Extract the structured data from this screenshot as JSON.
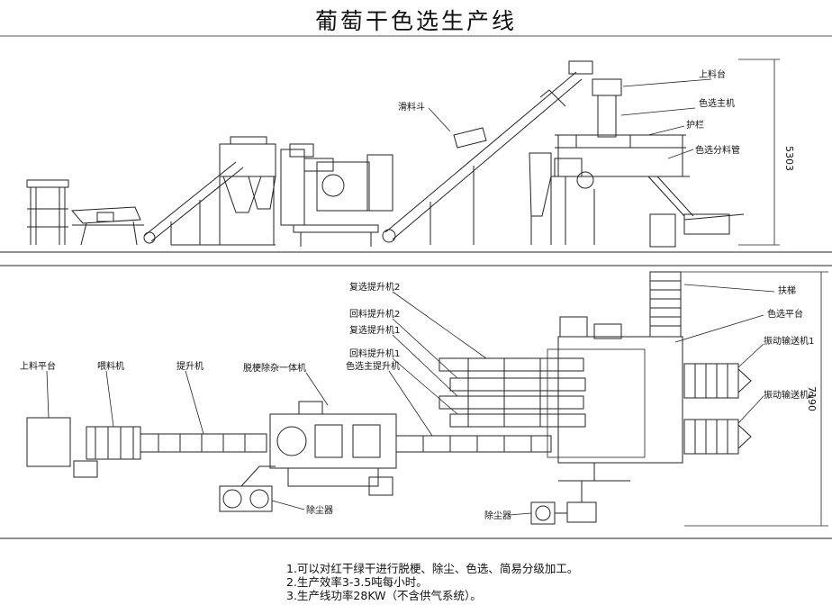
{
  "title": "葡萄干色选生产线",
  "side_view_labels": {
    "feeding_platform": "上料台",
    "chute": "滑料斗",
    "color_sorter": "色选主机",
    "guardrail": "护栏",
    "sorter_pipe": "色选分料管"
  },
  "dimensions": {
    "height": "5303",
    "length": "7190"
  },
  "plan_view_labels": {
    "loading_platform": "上料平台",
    "feeder": "喂料机",
    "elevator": "提升机",
    "destemmer_cleaner": "脱梗除杂一体机",
    "main_elevator": "色选主提升机",
    "recycle_elevator_1": "回料提升机1",
    "resort_elevator_1": "复选提升机1",
    "recycle_elevator_2": "回料提升机2",
    "resort_elevator_2": "复选提升机2",
    "ladder": "扶梯",
    "sorter_platform": "色选平台",
    "vibrating_conveyor_1": "振动输送机1",
    "vibrating_conveyor_2": "振动输送机2",
    "dust_collector_left": "除尘器",
    "dust_collector_right": "除尘器"
  },
  "notes": [
    "1.可以对红干绿干进行脱梗、除尘、色选、简易分级加工。",
    "2.生产效率3-3.5吨每小时。",
    "3.生产线功率28KW（不含供气系统）。"
  ]
}
